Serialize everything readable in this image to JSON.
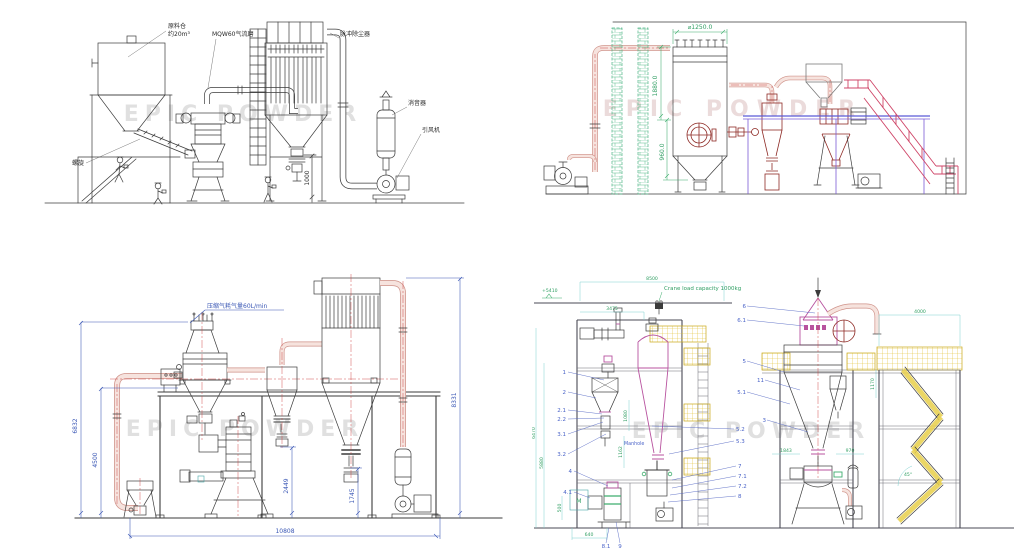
{
  "watermark": "EPIC POWDER",
  "top_left": {
    "labels": {
      "silo_line1": "原料仓",
      "silo_line2": "约20m³",
      "mill": "MQW60气流磨",
      "dust_collector": "脉冲除尘器",
      "muffler": "消音器",
      "fan": "引风机",
      "screw": "螺旋"
    },
    "dims": {
      "discharge_height": "1000"
    }
  },
  "top_right": {
    "dims": {
      "diameter": "⌀1250.0",
      "upper_height": "1880.0",
      "lower_height": "960.0"
    }
  },
  "bottom_left": {
    "air_label": "压缩气耗气量60L/min",
    "dims": {
      "total_height": "6832",
      "classifier_height": "4500",
      "cyclone_discharge": "2449",
      "bag_discharge": "1745",
      "right_height": "8331",
      "total_width": "10808"
    }
  },
  "bottom_right": {
    "crane_label": "Crane load capacity 1000kg",
    "elevation_mark": "+5410",
    "manhole_label": "Manhole",
    "motor_label": "M",
    "dims": {
      "top_width": "8500",
      "top_left_width": "3475",
      "left_outer": "6470",
      "left_inner": "5880",
      "left_small": "500",
      "bottom_small": "640",
      "v1080": "1080",
      "v1162": "1162",
      "v1170": "1170",
      "cone_left": "1843",
      "cone_right": "970",
      "stair_width": "4000",
      "stair_angle": "45°"
    },
    "callouts": {
      "c1": "1",
      "c2": "2",
      "c21": "2.1",
      "c22": "2.2",
      "c31": "3.1",
      "c32": "3.2",
      "c4": "4",
      "c41": "4.1",
      "c81": "8.1",
      "c9": "9",
      "c52": "5.2",
      "c53": "5.3",
      "c7": "7",
      "c71": "7.1",
      "c72": "7.2",
      "c8": "8",
      "c6": "6",
      "c61": "6.1",
      "c5": "5",
      "c11": "11",
      "c51": "5.1",
      "c3": "3"
    }
  }
}
